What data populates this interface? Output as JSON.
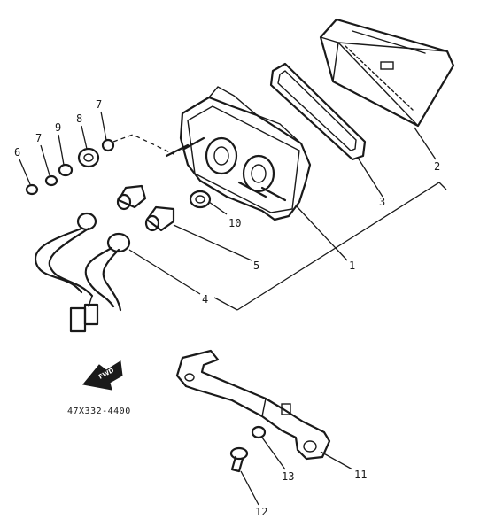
{
  "part_code": "47X332-4400",
  "arrow_text": "FWD",
  "callouts": [
    "1",
    "2",
    "3",
    "4",
    "5",
    "6",
    "7",
    "8",
    "9",
    "10",
    "11",
    "12",
    "13"
  ],
  "callouts_left_cluster": [
    "6",
    "7",
    "9",
    "8",
    "7"
  ],
  "callouts_right": [
    "2",
    "3",
    "1"
  ],
  "callouts_mid": [
    "10",
    "5",
    "4"
  ],
  "callouts_bracket": [
    "11",
    "13",
    "12"
  ]
}
